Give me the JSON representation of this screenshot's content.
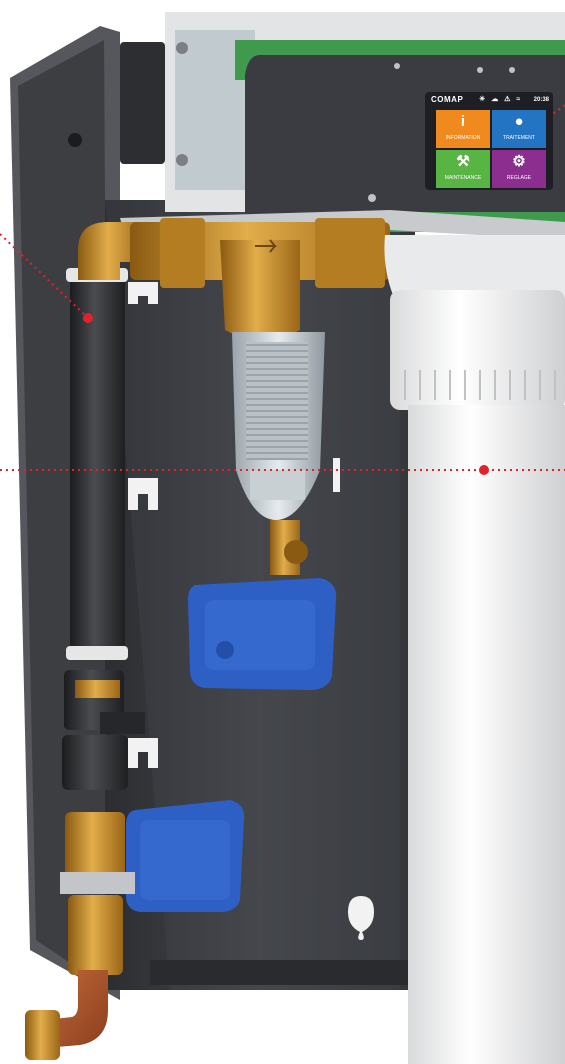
{
  "screen": {
    "brand": "COMAP",
    "status_icons": "☀ ☁ ⚠ ≈",
    "clock": "20:38",
    "tiles": [
      {
        "label": "INFORMATION",
        "glyph": "i",
        "icon": "info-icon",
        "color": "#f18a1e"
      },
      {
        "label": "TRAITEMENT",
        "glyph": "●",
        "icon": "water-drop-icon",
        "color": "#2374c2"
      },
      {
        "label": "MAINTENANCE",
        "glyph": "⚒",
        "icon": "tools-icon",
        "color": "#58b543"
      },
      {
        "label": "REGLAGE",
        "glyph": "⚙",
        "icon": "gear-icon",
        "color": "#8c2e8f"
      }
    ]
  },
  "colors": {
    "housing": "#3b3d42",
    "brass": "#c8922e",
    "valve_blue": "#2d5fc4",
    "annotation_red": "#e0232b"
  }
}
